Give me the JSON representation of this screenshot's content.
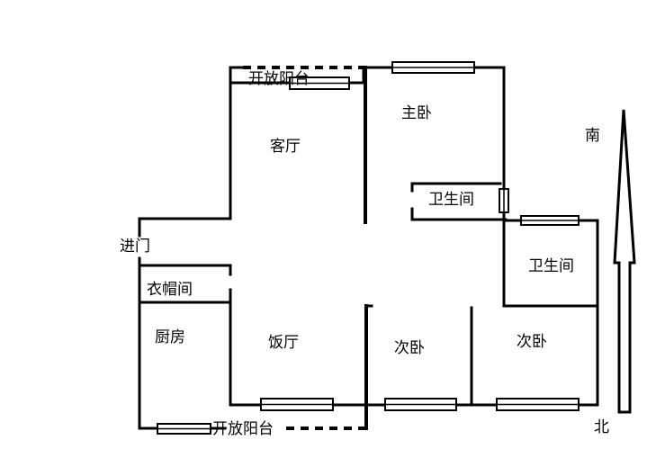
{
  "rooms": {
    "balcony_top": "开放阳台",
    "living_room": "客厅",
    "master_bedroom": "主卧",
    "master_bath": "卫生间",
    "second_bath": "卫生间",
    "entrance": "进门",
    "cloakroom": "衣帽间",
    "kitchen": "厨房",
    "dining_room": "饭厅",
    "bedroom_a": "次卧",
    "bedroom_b": "次卧",
    "balcony_bottom": "开放阳台"
  },
  "compass": {
    "south": "南",
    "north": "北"
  }
}
